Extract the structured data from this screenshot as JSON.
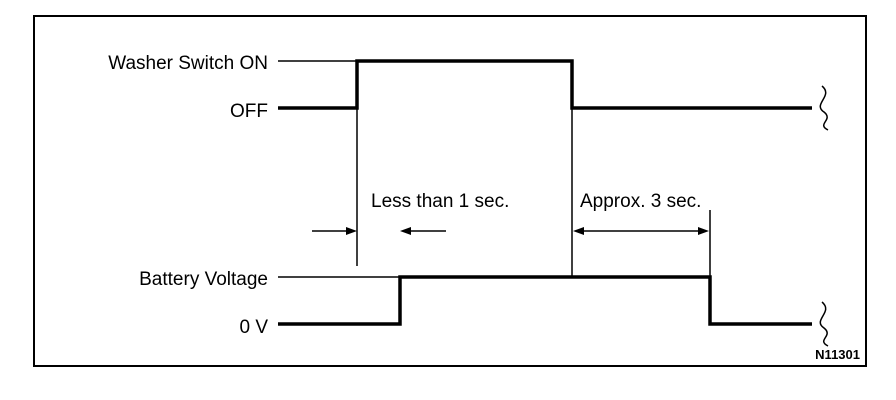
{
  "signals": {
    "washer_switch_on": "Washer Switch ON",
    "washer_switch_off": "OFF",
    "battery_voltage": "Battery Voltage",
    "zero_volt": "0 V"
  },
  "timing": {
    "delay_label": "Less than 1 sec.",
    "hold_label": "Approx. 3 sec."
  },
  "figure_code": "N11301"
}
